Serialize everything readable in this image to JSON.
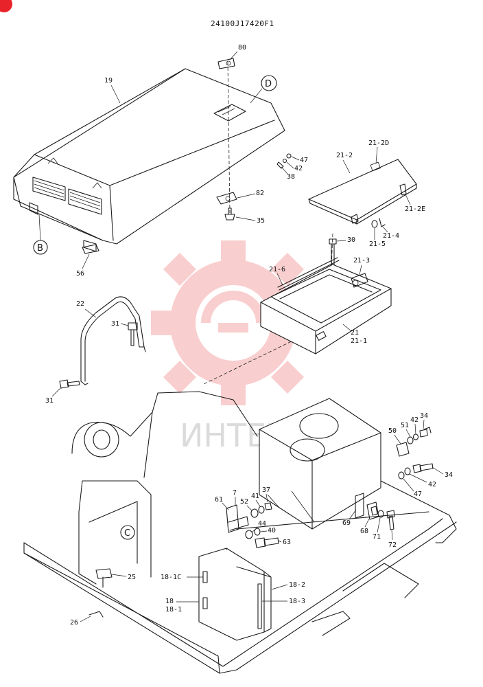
{
  "header": {
    "drawing_number": "24100J17420F1"
  },
  "watermark": {
    "text": "ИНТЕХ",
    "color": "#e8232a"
  },
  "views": [
    "D",
    "B",
    "C"
  ],
  "callouts": [
    "80",
    "19",
    "47",
    "42",
    "38",
    "82",
    "35",
    "56",
    "21-2D",
    "21-2",
    "21-2E",
    "21-4",
    "21-5",
    "30",
    "21-3",
    "21-6",
    "21",
    "21-1",
    "22",
    "31",
    "31",
    "50",
    "51",
    "42",
    "34",
    "34",
    "42",
    "47",
    "61",
    "7",
    "41",
    "37",
    "52",
    "44",
    "40",
    "63",
    "69",
    "68",
    "71",
    "72",
    "18-1C",
    "18-2",
    "18",
    "18-1",
    "18-3",
    "25",
    "26"
  ]
}
